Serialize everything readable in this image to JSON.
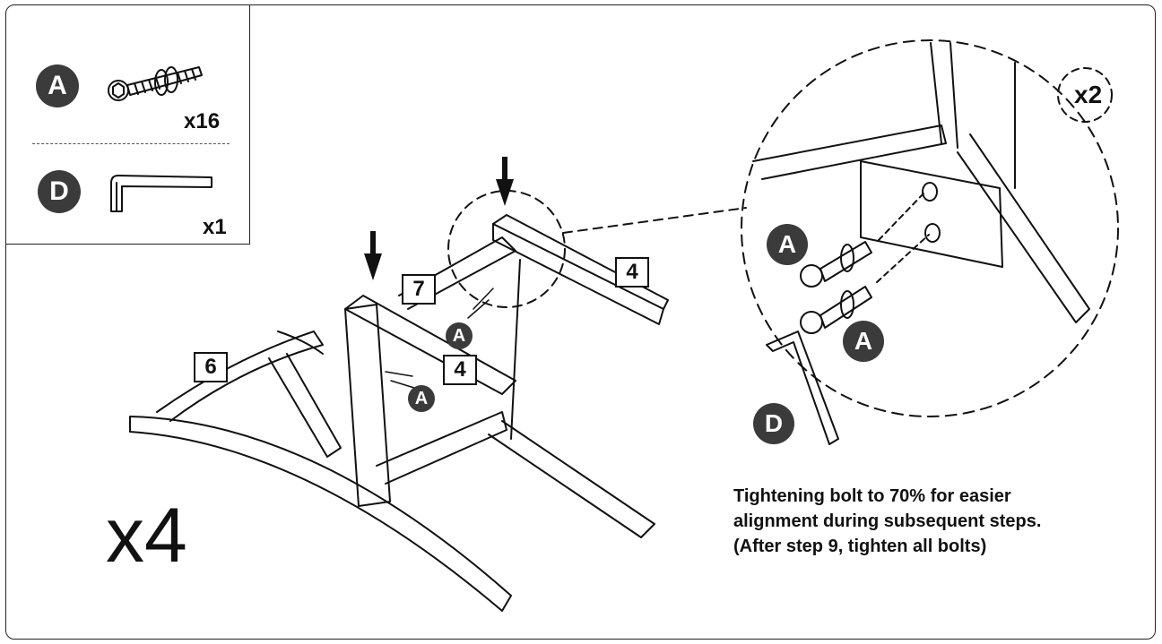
{
  "parts": {
    "bolt": {
      "letter": "A",
      "qty": "x16",
      "icon": "bolt-icon"
    },
    "wrench": {
      "letter": "D",
      "qty": "x1",
      "icon": "allen-key-icon"
    }
  },
  "step": {
    "multiplier": "x4",
    "part_labels": {
      "back_rail": "7",
      "side_rail_top": "4",
      "side_rail_front": "4",
      "seat_rail": "6"
    },
    "bolt_badges": [
      "A",
      "A"
    ],
    "detail_multiplier": "x2",
    "detail_bolt_badges": [
      "A",
      "A"
    ],
    "detail_tool_badge": "D"
  },
  "note": {
    "line1": "Tightening bolt to 70% for easier",
    "line2": "alignment during subsequent steps.",
    "line3": "(After step 9, tighten all bolts)"
  }
}
